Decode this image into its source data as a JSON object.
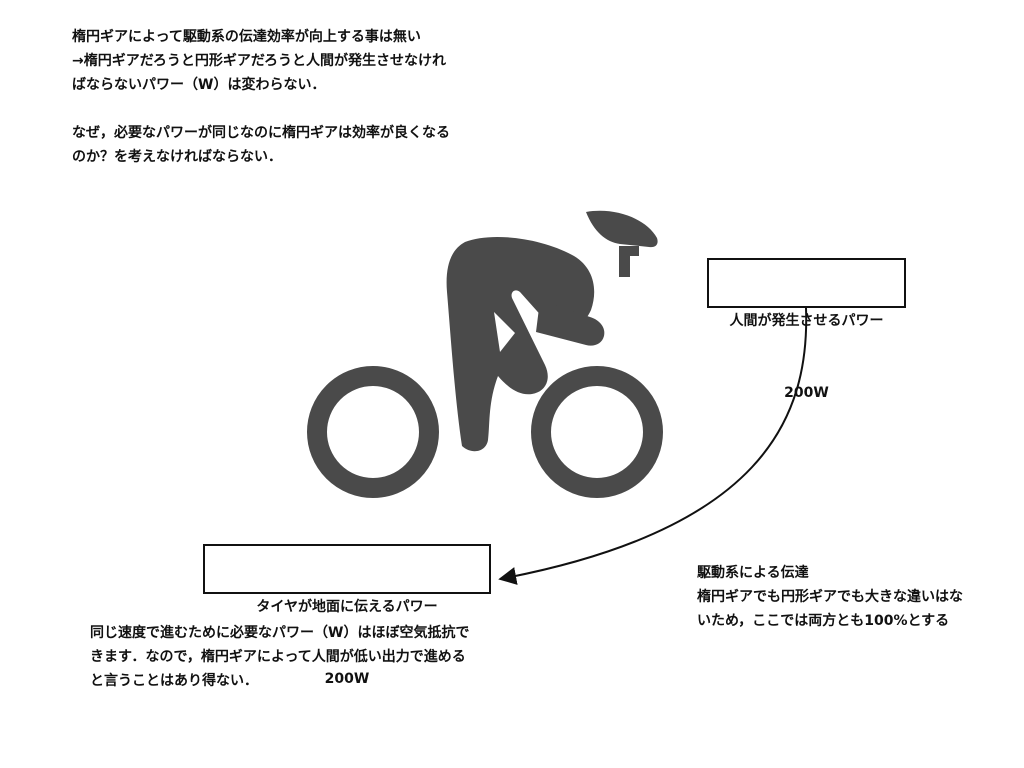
{
  "intro_text": "楕円ギアによって駆動系の伝達効率が向上する事は無い\n→楕円ギアだろうと円形ギアだろうと人間が発生させなけれ\nばならないパワー（W）は変わらない．",
  "question_text": "なぜ，必要なパワーが同じなのに楕円ギアは効率が良くなる\nのか？を考えなければならない．",
  "human_power_box": {
    "label": "人間が発生させるパワー",
    "value": "200W"
  },
  "tire_power_box": {
    "label": "タイヤが地面に伝えるパワー",
    "value": "200W"
  },
  "drivetrain_note": "駆動系による伝達\n楕円ギアでも円形ギアでも大きな違いはな\nいため，ここでは両方とも100%とする",
  "conclusion_text": "同じ速度で進むために必要なパワー（W）はほぼ空気抵抗で\nきます．なので，楕円ギアによって人間が低い出力で進める\nと言うことはあり得ない．",
  "colors": {
    "icon_fill": "#4a4a4a",
    "line": "#111111",
    "text": "#111111"
  },
  "icons": {
    "cyclist": "cyclist-icon"
  }
}
